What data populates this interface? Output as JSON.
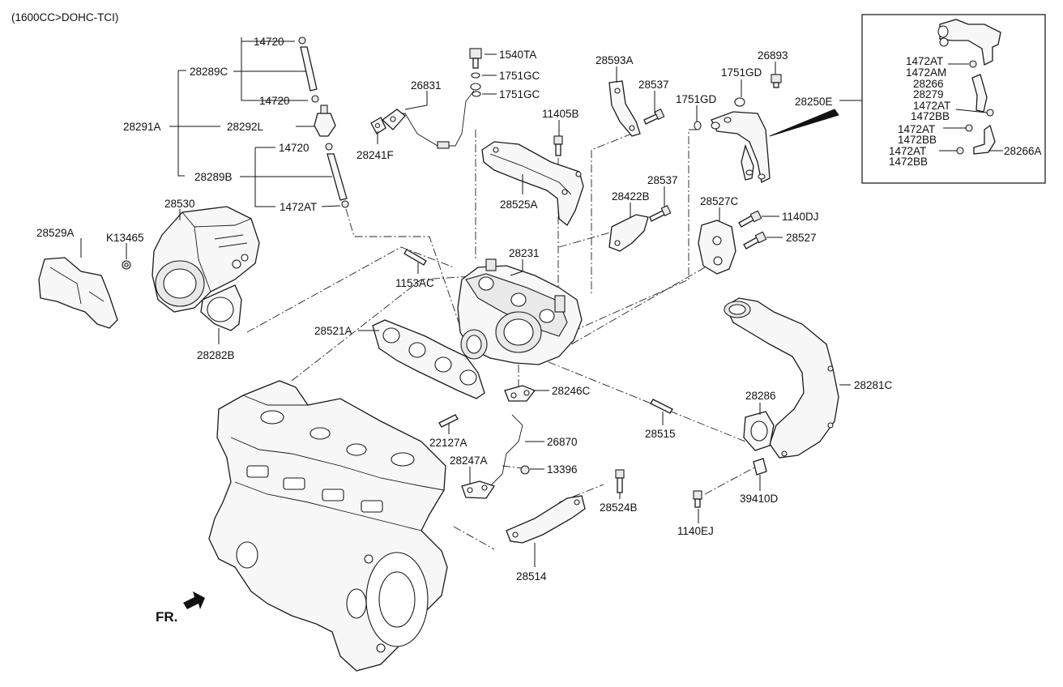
{
  "header": {
    "spec": "(1600CC>DOHC-TCI)"
  },
  "direction_label": "FR.",
  "labels": [
    {
      "key": "p14720a",
      "text": "14720"
    },
    {
      "key": "p28289C",
      "text": "28289C"
    },
    {
      "key": "p14720b",
      "text": "14720"
    },
    {
      "key": "p28291A",
      "text": "28291A"
    },
    {
      "key": "p28292L",
      "text": "28292L"
    },
    {
      "key": "p14720c",
      "text": "14720"
    },
    {
      "key": "p28289B",
      "text": "28289B"
    },
    {
      "key": "p1472ATa",
      "text": "1472AT"
    },
    {
      "key": "p28530",
      "text": "28530"
    },
    {
      "key": "p28529A",
      "text": "28529A"
    },
    {
      "key": "pK13465",
      "text": "K13465"
    },
    {
      "key": "p28282B",
      "text": "28282B"
    },
    {
      "key": "p1540TA",
      "text": "1540TA"
    },
    {
      "key": "p1751GCa",
      "text": "1751GC"
    },
    {
      "key": "p26831",
      "text": "26831"
    },
    {
      "key": "p1751GCb",
      "text": "1751GC"
    },
    {
      "key": "p28241F",
      "text": "28241F"
    },
    {
      "key": "p11405B",
      "text": "11405B"
    },
    {
      "key": "p28525A",
      "text": "28525A"
    },
    {
      "key": "p28593A",
      "text": "28593A"
    },
    {
      "key": "p28537a",
      "text": "28537"
    },
    {
      "key": "p1751GDa",
      "text": "1751GD"
    },
    {
      "key": "p1751GDb",
      "text": "1751GD"
    },
    {
      "key": "p26893",
      "text": "26893"
    },
    {
      "key": "p28250E",
      "text": "28250E"
    },
    {
      "key": "p28422B",
      "text": "28422B"
    },
    {
      "key": "p28537b",
      "text": "28537"
    },
    {
      "key": "p28527C",
      "text": "28527C"
    },
    {
      "key": "p1140DJ",
      "text": "1140DJ"
    },
    {
      "key": "p28527",
      "text": "28527"
    },
    {
      "key": "p28231",
      "text": "28231"
    },
    {
      "key": "p1153AC",
      "text": "1153AC"
    },
    {
      "key": "p28521A",
      "text": "28521A"
    },
    {
      "key": "p28246C",
      "text": "28246C"
    },
    {
      "key": "p22127A",
      "text": "22127A"
    },
    {
      "key": "p26870",
      "text": "26870"
    },
    {
      "key": "p28247A",
      "text": "28247A"
    },
    {
      "key": "p13396",
      "text": "13396"
    },
    {
      "key": "p28524B",
      "text": "28524B"
    },
    {
      "key": "p28514",
      "text": "28514"
    },
    {
      "key": "p28515",
      "text": "28515"
    },
    {
      "key": "p28286",
      "text": "28286"
    },
    {
      "key": "p28281C",
      "text": "28281C"
    },
    {
      "key": "p39410D",
      "text": "39410D"
    },
    {
      "key": "p1140EJ",
      "text": "1140EJ"
    },
    {
      "key": "i1472ATa",
      "text": "1472AT"
    },
    {
      "key": "i1472AM",
      "text": "1472AM"
    },
    {
      "key": "i28266",
      "text": "28266"
    },
    {
      "key": "i28279",
      "text": "28279"
    },
    {
      "key": "i1472ATb",
      "text": "1472AT"
    },
    {
      "key": "i1472BBa",
      "text": "1472BB"
    },
    {
      "key": "i1472ATc",
      "text": "1472AT"
    },
    {
      "key": "i1472BBb",
      "text": "1472BB"
    },
    {
      "key": "i1472ATd",
      "text": "1472AT"
    },
    {
      "key": "i1472BBc",
      "text": "1472BB"
    },
    {
      "key": "i28266A",
      "text": "28266A"
    }
  ]
}
